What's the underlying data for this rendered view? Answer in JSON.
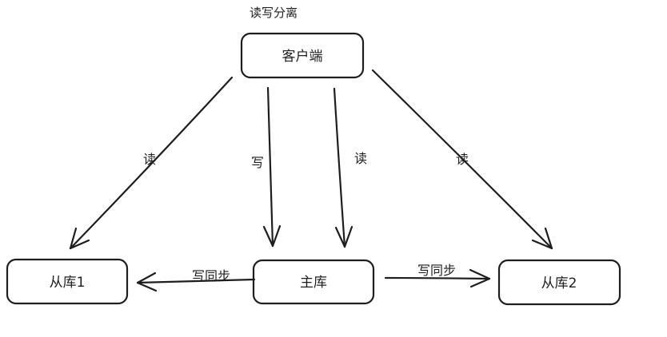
{
  "diagram": {
    "title": "读写分离",
    "nodes": {
      "client": "客户端",
      "master": "主库",
      "slave1": "从库1",
      "slave2": "从库2"
    },
    "edges": [
      {
        "id": "client-to-slave1",
        "from": "client",
        "to": "slave1",
        "label": "读"
      },
      {
        "id": "client-to-master-write",
        "from": "client",
        "to": "master",
        "label": "写"
      },
      {
        "id": "client-to-master-read",
        "from": "client",
        "to": "master",
        "label": "读"
      },
      {
        "id": "client-to-slave2",
        "from": "client",
        "to": "slave2",
        "label": "读"
      },
      {
        "id": "master-to-slave1",
        "from": "master",
        "to": "slave1",
        "label": "写同步"
      },
      {
        "id": "master-to-slave2",
        "from": "master",
        "to": "slave2",
        "label": "写同步"
      }
    ]
  }
}
